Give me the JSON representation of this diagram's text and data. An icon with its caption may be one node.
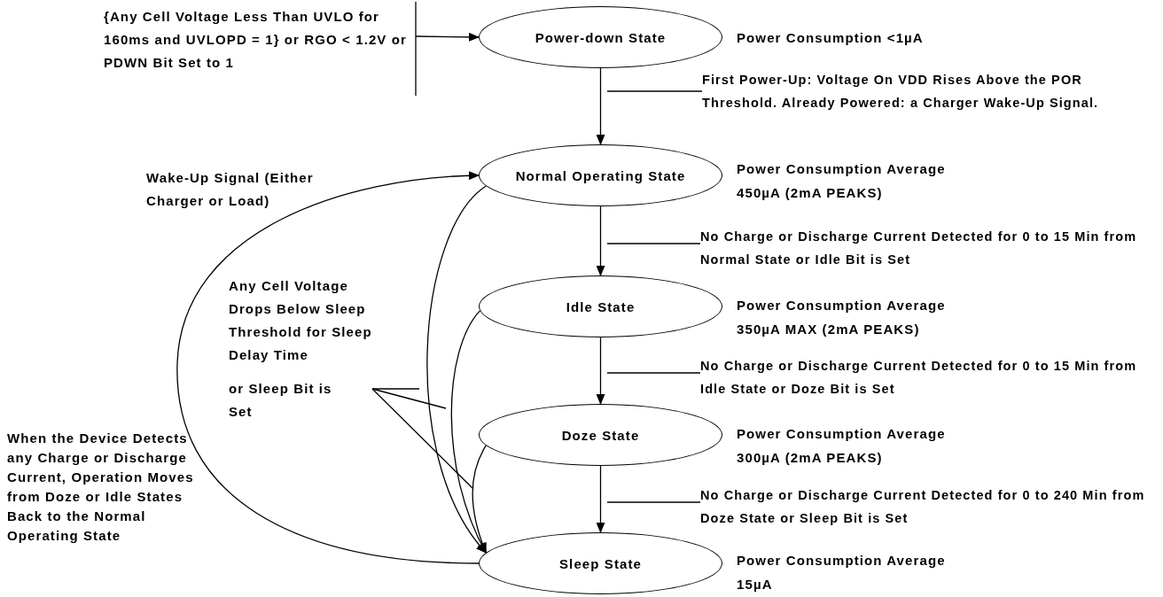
{
  "diagram": {
    "nodes": [
      {
        "text": [
          "Power-down State"
        ],
        "beside": [
          "Power Consumption <1µA"
        ]
      },
      {
        "text": [
          "Normal Operating State"
        ],
        "beside": [
          "Power Consumption Average 450µA (2mA PEAKS)"
        ]
      },
      {
        "text": [
          "Idle State"
        ],
        "beside": [
          "Power Consumption Average 350µA MAX (2mA PEAKS)"
        ]
      },
      {
        "text": [
          "Doze State"
        ],
        "beside": [
          "Power Consumption Average 300µA (2mA PEAKS)"
        ]
      },
      {
        "text": [
          "Sleep State"
        ],
        "beside": [
          "Power Consumption Average 15µA"
        ]
      },
      {
        "text": [
          "Any Cell Voltage Drops Below Sleep Threshold for Sleep Delay Time",
          "or Sleep Bit is Set"
        ]
      },
      {
        "text": [
          "First Power-Up: Voltage On VDD Rises Above the POR Threshold. Already Powered: a Charger Wake-Up Signal."
        ]
      },
      {
        "text": [
          "No Charge or Discharge Current Detected for 0 to 15 Min from Normal State or Idle Bit is Set"
        ]
      },
      {
        "text": [
          "No Charge or Discharge Current Detected for 0 to 15 Min from Idle State or Doze Bit is Set"
        ]
      },
      {
        "text": [
          "No Charge or Discharge Current Detected for 0 to 240 Min from Doze State or Sleep Bit is Set"
        ]
      }
    ],
    "edges": [
      {
        "from": null,
        "to": 0,
        "arrow": "to",
        "label": "{Any Cell Voltage Less Than UVLO for 160ms and UVLOPD = 1} or RGO < 1.2V or PDWN Bit Set to 1"
      },
      {
        "from": 0,
        "to": 1,
        "arrow": "to"
      },
      {
        "from": 1,
        "to": 2,
        "arrow": "to"
      },
      {
        "from": 2,
        "to": 3,
        "arrow": "to"
      },
      {
        "from": 3,
        "to": 4,
        "arrow": "to"
      },
      {
        "from": 4,
        "to": 1,
        "arrow": "to",
        "label": "Wake-Up Signal (Either Charger or Load)"
      },
      {
        "from": 1,
        "to": 4,
        "arrow": "to"
      },
      {
        "from": 2,
        "to": 4,
        "arrow": "to"
      },
      {
        "from": 3,
        "to": 4,
        "arrow": "to"
      },
      {
        "from": 5,
        "to": null,
        "arrow": "none"
      },
      {
        "from": 5,
        "to": null,
        "arrow": "none"
      },
      {
        "from": 5,
        "to": null,
        "arrow": "none"
      },
      {
        "from": 6,
        "to": null,
        "arrow": "none"
      },
      {
        "from": 7,
        "to": null,
        "arrow": "none"
      },
      {
        "from": 8,
        "to": null,
        "arrow": "none"
      },
      {
        "from": 9,
        "to": null,
        "arrow": "none"
      }
    ],
    "labels": [
      "When the Device Detects any Charge or Discharge Current, Operation Moves from Doze or Idle States Back to the Normal Operating State"
    ]
  }
}
